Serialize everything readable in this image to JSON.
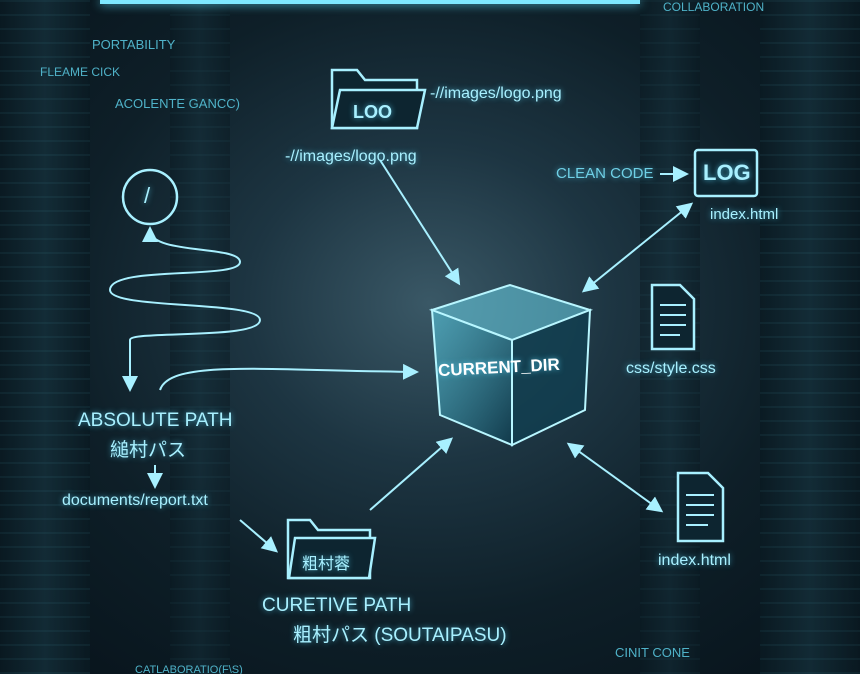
{
  "top_labels": {
    "collaboration": "COLLABORATION",
    "portability": "PORTABILITY",
    "fleame_click": "FLEAME CICK",
    "acolente": "ACOLENTE GANCC)"
  },
  "root_icon": "/",
  "logo_folder": {
    "text": "LOO",
    "path_right": "-//images/logo.png",
    "path_below": "-//images/logo.png"
  },
  "clean_code": "CLEAN CODE",
  "log_box": {
    "text": "LOG",
    "caption": "index.html"
  },
  "center_cube": "CURRENT_DIR",
  "css_file": "css/style.css",
  "index_file": "index.html",
  "absolute": {
    "title": "ABSOLUTE PATH",
    "jp": "縋村パス",
    "doc": "documents/report.txt"
  },
  "relative_folder": "粗村蓉",
  "relative": {
    "title": "CURETIVE PATH",
    "jp": "粗村パス (SOUTAIPASU)"
  },
  "bottom_labels": {
    "cinit_cone": "CINIT CONE",
    "collaborations": "CATLABORATIO(F\\S)"
  },
  "colors": {
    "accent": "#7ee8ff",
    "dim": "#4fb2c8"
  }
}
